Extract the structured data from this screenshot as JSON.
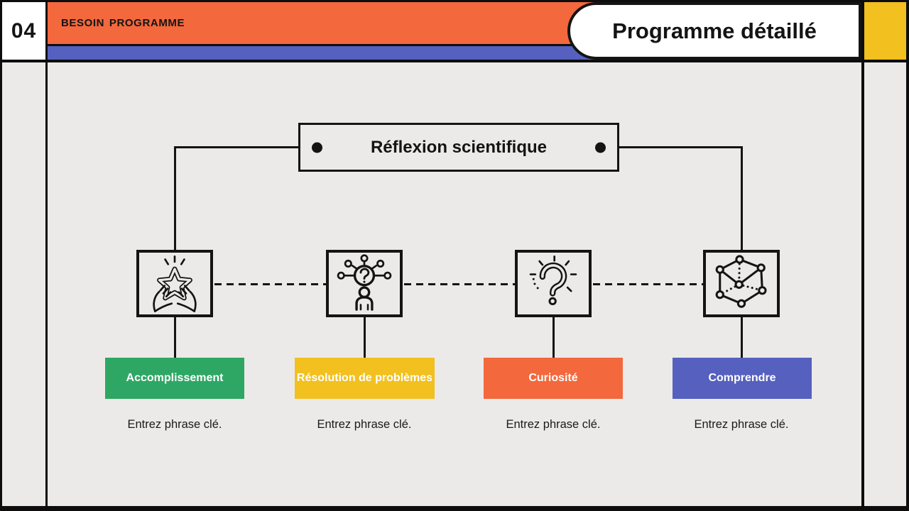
{
  "slide": {
    "page_number": "04",
    "banner_label": "BESOIN PROGRAMME",
    "title": "Programme détaillé"
  },
  "diagram": {
    "root_label": "Réflexion scientifique",
    "nodes": [
      {
        "icon": "hands-presenting-star-icon",
        "label": "Accomplissement",
        "caption": "Entrez phrase clé.",
        "color": "#2EA765"
      },
      {
        "icon": "brainstorm-person-question-icon",
        "label": "Résolution de problèmes",
        "caption": "Entrez phrase clé.",
        "color": "#F2C01F"
      },
      {
        "icon": "question-mark-rays-icon",
        "label": "Curiosité",
        "caption": "Entrez phrase clé.",
        "color": "#F3683C"
      },
      {
        "icon": "wireframe-cube-icon",
        "label": "Comprendre",
        "caption": "Entrez phrase clé.",
        "color": "#5560BF"
      }
    ]
  },
  "colors": {
    "banner_orange": "#F3683C",
    "accent_blue": "#5560BF",
    "accent_yellow": "#F2C01F",
    "accent_green": "#2EA765",
    "slide_background": "#ECEAE8",
    "ink": "#141414"
  }
}
